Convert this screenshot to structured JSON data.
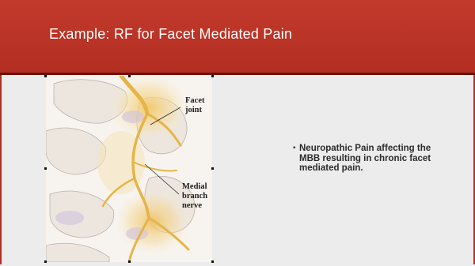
{
  "slide": {
    "title": "Example: RF for Facet Mediated Pain",
    "bullets": [
      "Neuropathic Pain affecting the MBB resulting in chronic facet mediated pain."
    ],
    "figure": {
      "label_facet_line1": "Facet",
      "label_facet_line2": "joint",
      "label_medial_line1": "Medial",
      "label_medial_line2": "branch",
      "label_medial_line3": "nerve"
    }
  },
  "colors": {
    "header": "#b32e22",
    "header_dark": "#6e0f0a",
    "background": "#ececec",
    "text": "#2b2b2b"
  }
}
